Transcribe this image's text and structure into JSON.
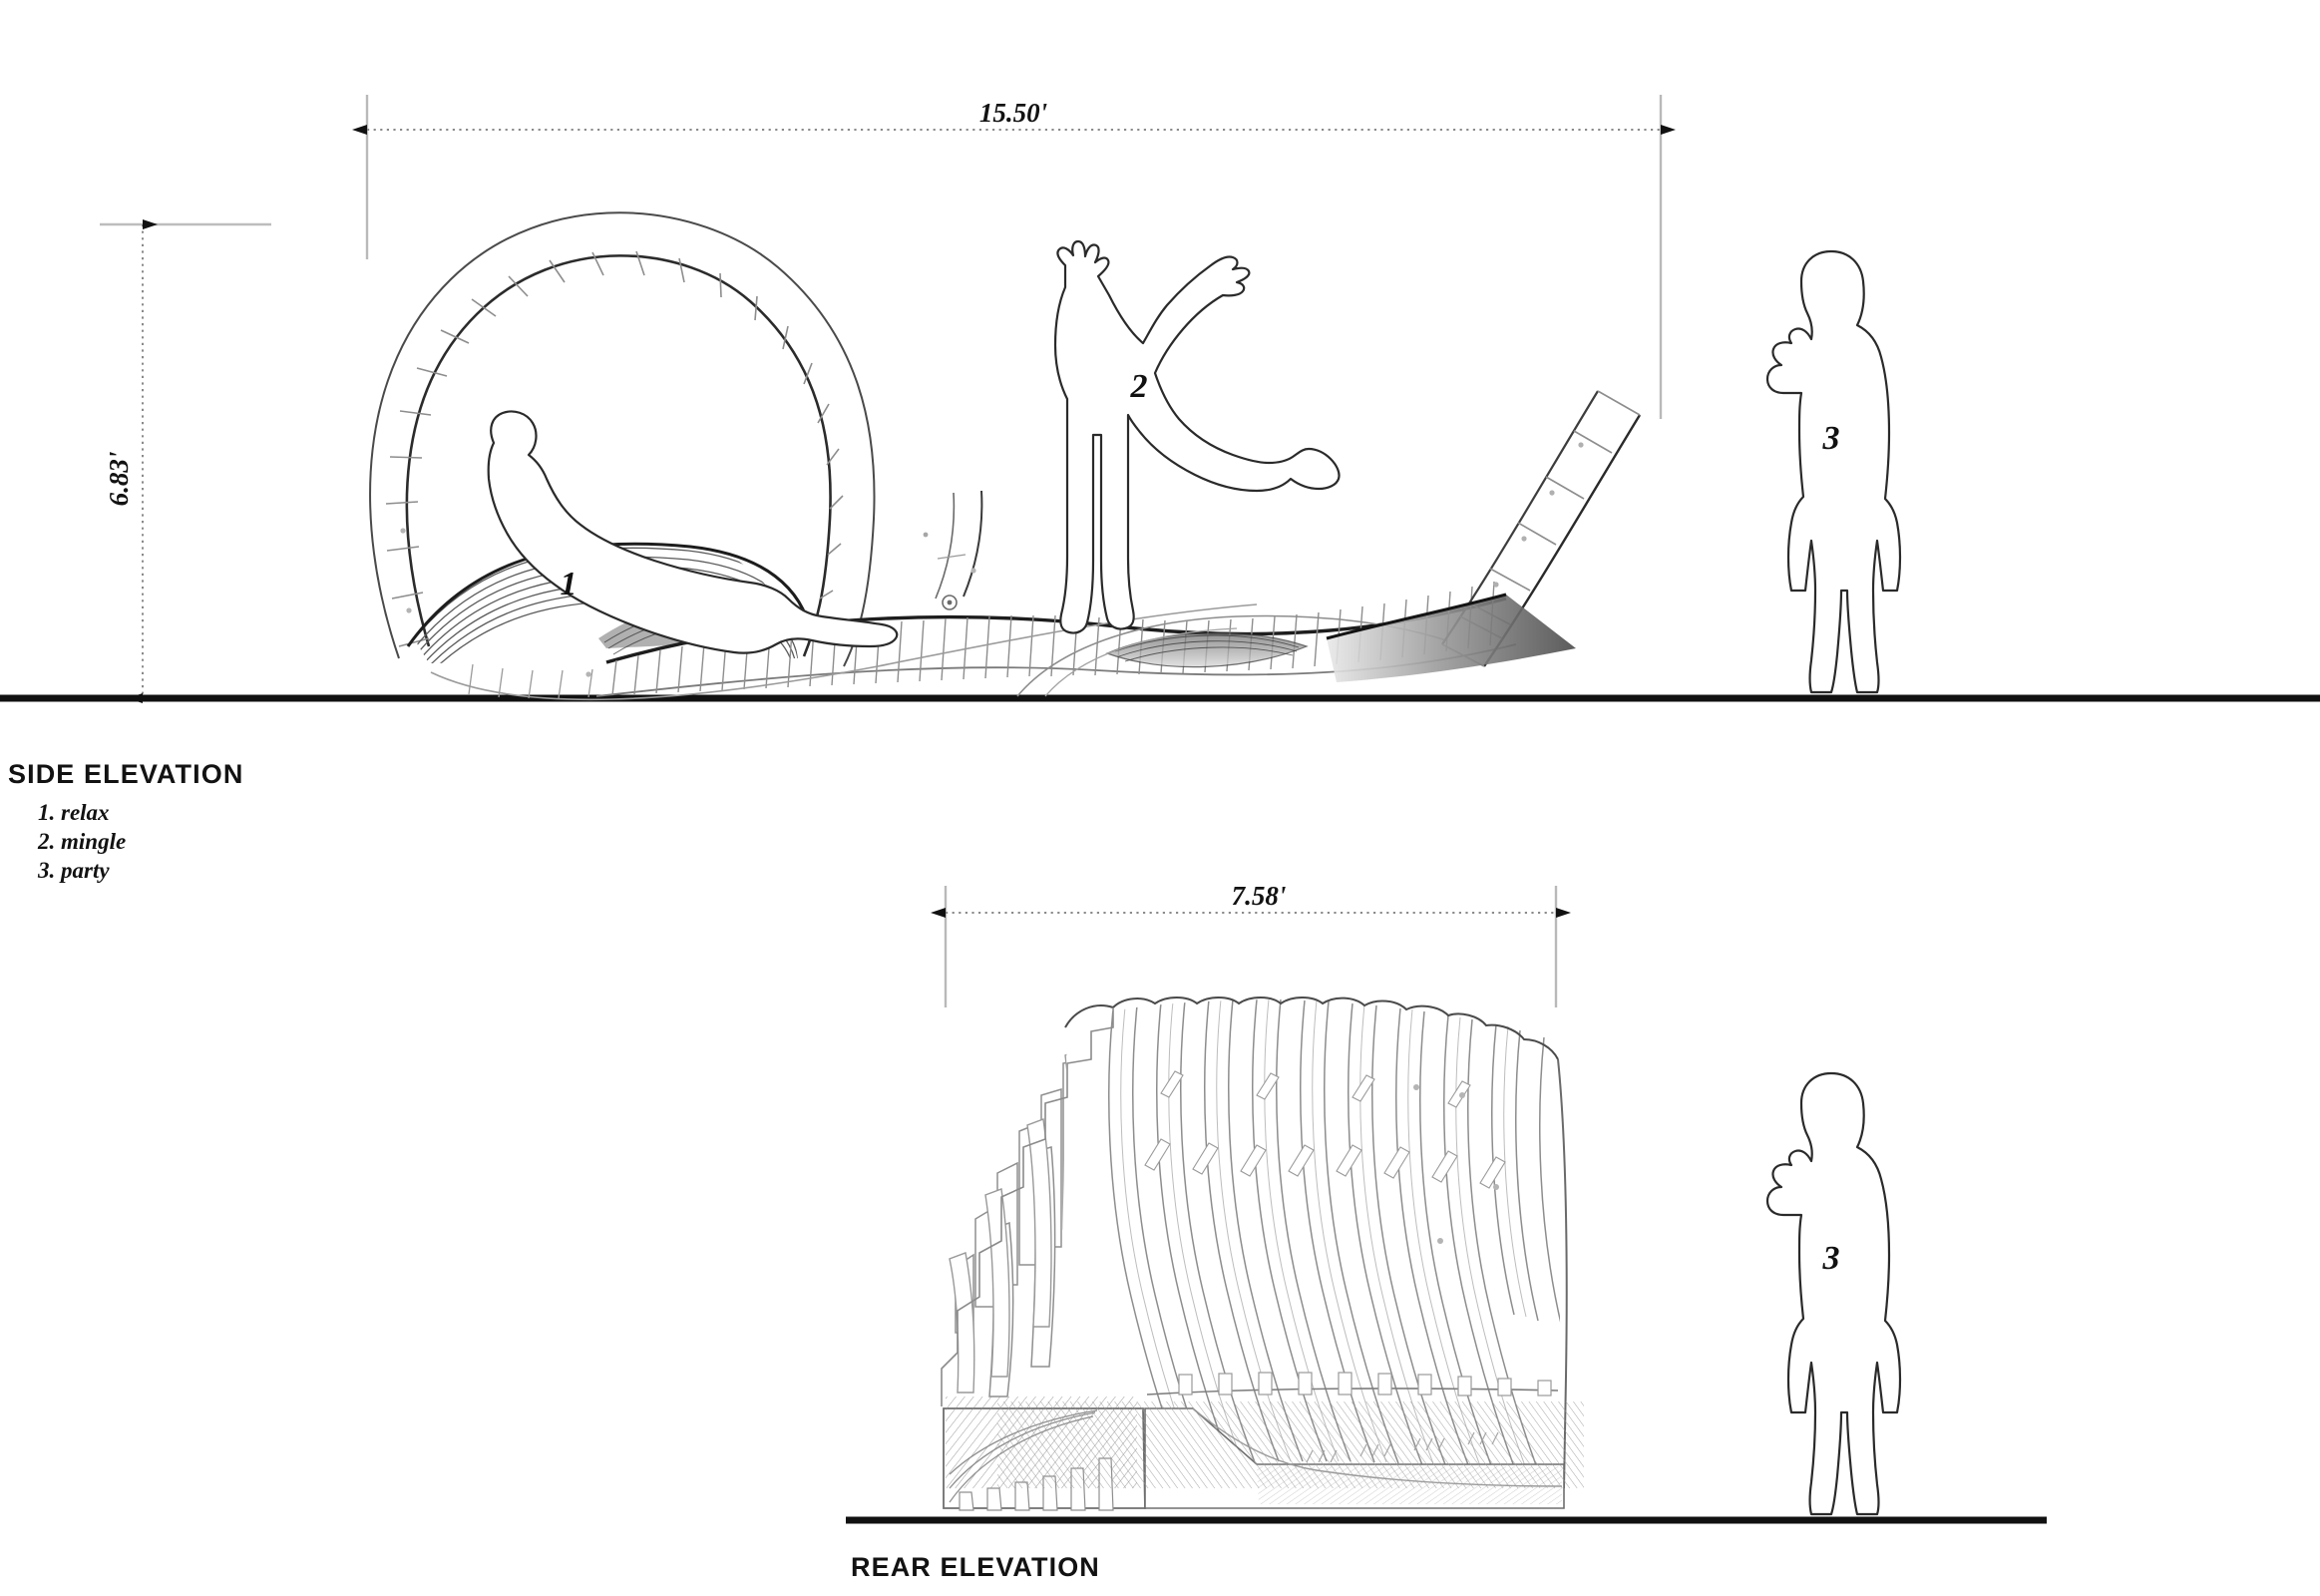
{
  "drawing": {
    "type": "architectural-elevation-set",
    "background_color": "#ffffff",
    "line_color": "#1a1a1a",
    "light_line_color": "#9a9a9a",
    "shade_color": "#707070"
  },
  "side_elevation": {
    "caption": "SIDE ELEVATION",
    "legend": [
      "1. relax",
      "2. mingle",
      "3. party"
    ],
    "dimensions": {
      "width_label": "15.50'",
      "height_label": "6.83'"
    },
    "figures": [
      {
        "number": "1",
        "role": "relax",
        "pose": "reclining"
      },
      {
        "number": "2",
        "role": "mingle",
        "pose": "dancing-arms-up"
      },
      {
        "number": "3",
        "role": "party",
        "pose": "standing-with-drink"
      }
    ]
  },
  "rear_elevation": {
    "caption": "REAR ELEVATION",
    "dimensions": {
      "width_label": "7.58'"
    },
    "figures": [
      {
        "number": "3",
        "role": "party",
        "pose": "standing-with-drink"
      }
    ]
  }
}
